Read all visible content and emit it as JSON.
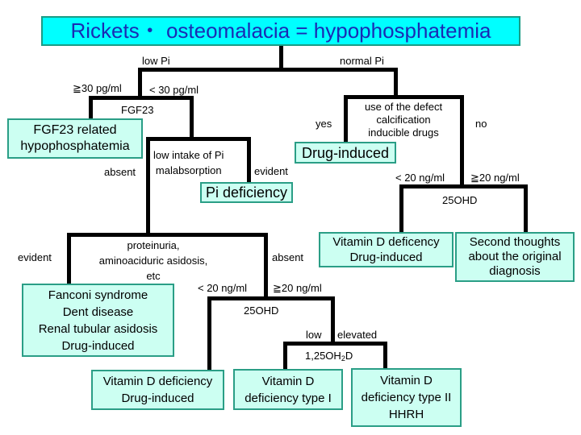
{
  "title": "Rickets・ osteomalacia = hypophosphatemia",
  "labels": {
    "low_pi": "low Pi",
    "normal_pi": "normal Pi",
    "fgf_ge30": "≧30 pg/ml",
    "fgf_lt30": "< 30 pg/ml",
    "fgf23": "FGF23",
    "low_intake_1": "low intake of Pi",
    "low_intake_2": "malabsorption",
    "absent_1": "absent",
    "evident_1": "evident",
    "drugs_1": "use of the defect",
    "drugs_2": "calcification",
    "drugs_3": "inducible drugs",
    "yes": "yes",
    "no": "no",
    "r_lt20": "< 20 ng/ml",
    "r_ge20": "≧20 ng/ml",
    "r_25ohd": "25OHD",
    "evident_2": "evident",
    "prot_1": "proteinuria,",
    "prot_2": "aminoaciduric asidosis,",
    "prot_3": "etc",
    "absent_2": "absent",
    "l_lt20": "< 20 ng/ml",
    "l_ge20": "≧20 ng/ml",
    "l_25ohd": "25OHD",
    "low": "low",
    "elevated": "elevated",
    "d125_pre": "1,25OH",
    "d125_sub": "2",
    "d125_post": "D"
  },
  "boxes": {
    "fgf23_related": [
      "FGF23 related",
      "hypophosphatemia"
    ],
    "pi_deficiency": [
      "Pi deficiency"
    ],
    "drug_induced": [
      "Drug-induced"
    ],
    "vitd_defic_right": [
      "Vitamin D deficency",
      "Drug-induced"
    ],
    "second_thoughts": [
      "Second thoughts",
      "about the original",
      "diagnosis"
    ],
    "fanconi": [
      "Fanconi syndrome",
      "Dent disease",
      "Renal tubular asidosis",
      "Drug-induced"
    ],
    "vitd_defic_left": [
      "Vitamin D deficiency",
      "Drug-induced"
    ],
    "vitd_type1": [
      "Vitamin D",
      "deficiency type I"
    ],
    "vitd_type2": [
      "Vitamin D",
      "deficiency type II",
      "HHRH"
    ]
  }
}
